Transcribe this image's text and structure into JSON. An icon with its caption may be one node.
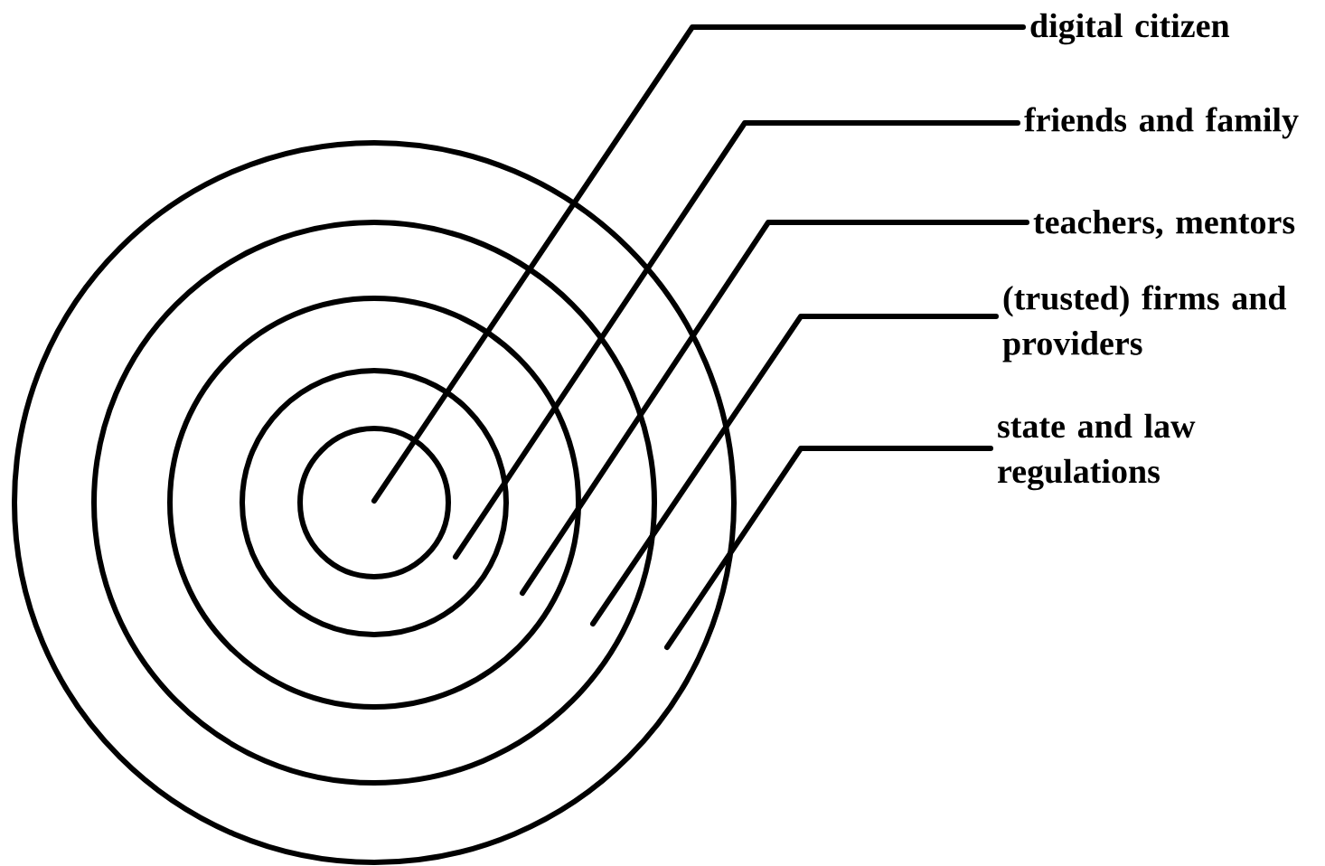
{
  "diagram": {
    "nodes": [
      {
        "text": [
          "digital citizen"
        ]
      },
      {
        "text": [
          "friends and family"
        ]
      },
      {
        "text": [
          "teachers, mentors"
        ]
      },
      {
        "text": [
          "(trusted) firms and providers"
        ]
      },
      {
        "text": [
          "state and law regulations"
        ]
      },
      {
        "text": [],
        "shape": "circle"
      },
      {
        "text": [],
        "shape": "circle",
        "in": 5
      },
      {
        "text": [],
        "shape": "circle",
        "in": 6
      },
      {
        "text": [],
        "shape": "circle",
        "in": 7
      },
      {
        "text": [],
        "shape": "circle",
        "in": 8
      }
    ],
    "edges": [
      {
        "from": 0,
        "to": 9,
        "arrow": "none"
      },
      {
        "from": 1,
        "to": 8,
        "arrow": "none"
      },
      {
        "from": 2,
        "to": 7,
        "arrow": "none"
      },
      {
        "from": 3,
        "to": 6,
        "arrow": "none"
      },
      {
        "from": 4,
        "to": 5,
        "arrow": "none"
      }
    ]
  }
}
